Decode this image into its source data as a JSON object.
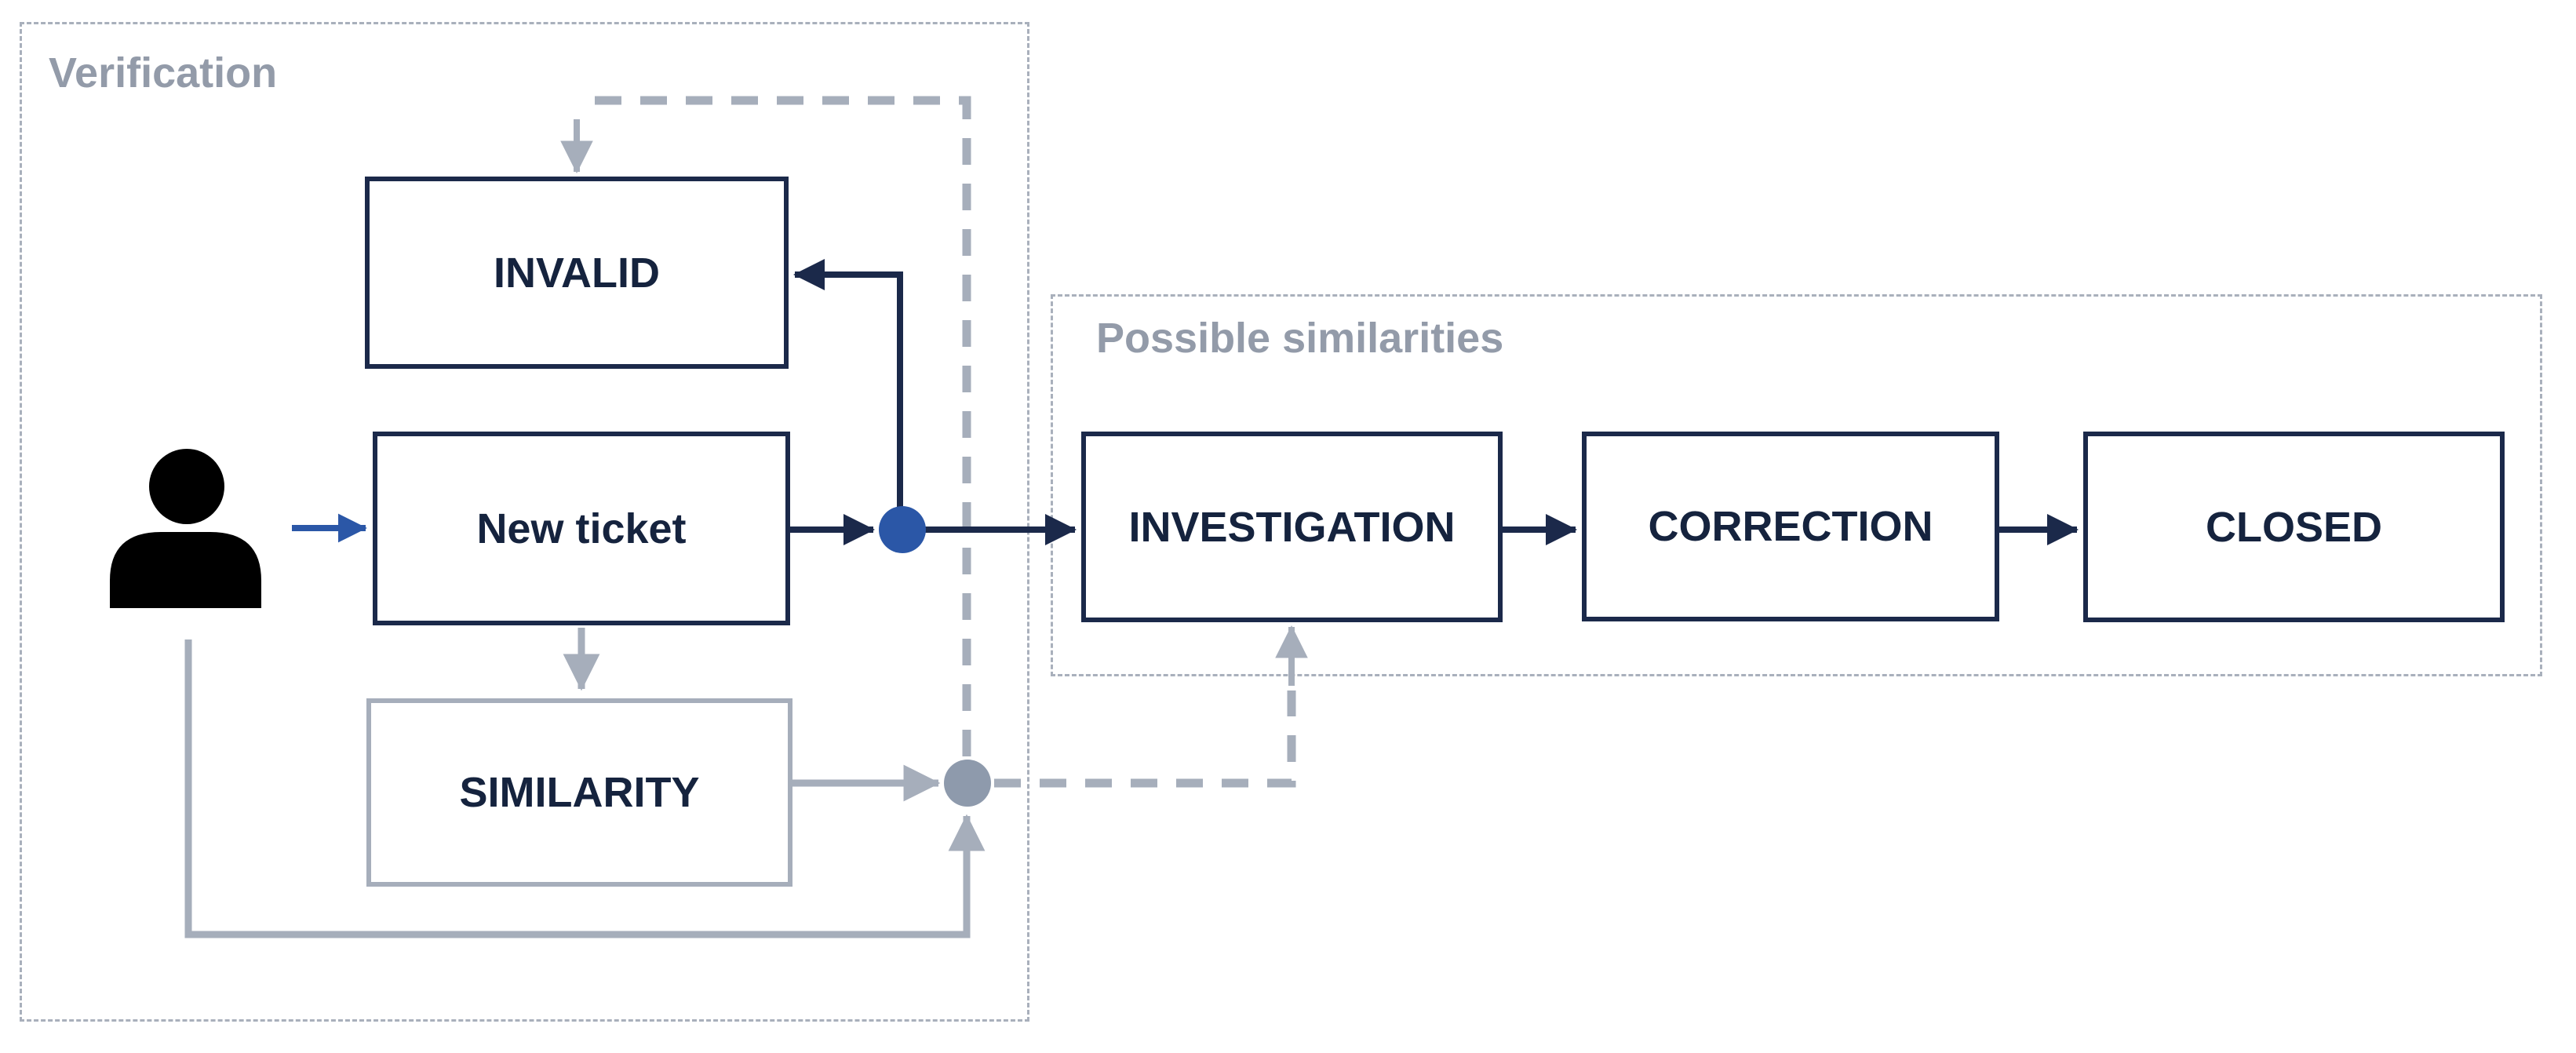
{
  "diagram": {
    "containers": {
      "verification": {
        "label": "Verification"
      },
      "possible_similarities": {
        "label": "Possible similarities"
      }
    },
    "nodes": {
      "invalid": {
        "label": "INVALID"
      },
      "new_ticket": {
        "label": "New ticket"
      },
      "similarity": {
        "label": "SIMILARITY"
      },
      "investigation": {
        "label": "INVESTIGATION"
      },
      "correction": {
        "label": "CORRECTION"
      },
      "closed": {
        "label": "CLOSED"
      }
    },
    "icons": {
      "actor": "person-icon"
    },
    "edges": [
      {
        "from": "person",
        "to": "new_ticket",
        "style": "solid-blue"
      },
      {
        "from": "new_ticket",
        "to": "junction-blue",
        "style": "solid-navy"
      },
      {
        "from": "junction-blue",
        "to": "investigation",
        "style": "solid-navy"
      },
      {
        "from": "junction-blue",
        "to": "invalid",
        "style": "solid-navy"
      },
      {
        "from": "new_ticket",
        "to": "similarity",
        "style": "solid-gray"
      },
      {
        "from": "similarity",
        "to": "junction-gray",
        "style": "solid-gray"
      },
      {
        "from": "person",
        "to": "junction-gray",
        "style": "solid-gray"
      },
      {
        "from": "junction-gray",
        "to": "invalid",
        "style": "dashed-gray"
      },
      {
        "from": "junction-gray",
        "to": "investigation",
        "style": "dashed-gray"
      },
      {
        "from": "investigation",
        "to": "correction",
        "style": "solid-navy"
      },
      {
        "from": "correction",
        "to": "closed",
        "style": "solid-navy"
      }
    ],
    "colors": {
      "navy": "#1b294a",
      "node_text": "#15233e",
      "blue_accent": "#2b57a7",
      "gray_line": "#a6aebb",
      "gray_junction": "#8e9aac",
      "container_label_gray": "#939ba9",
      "container_border_gray": "#a9b0bc",
      "person_black": "#000000",
      "background": "#ffffff"
    }
  }
}
